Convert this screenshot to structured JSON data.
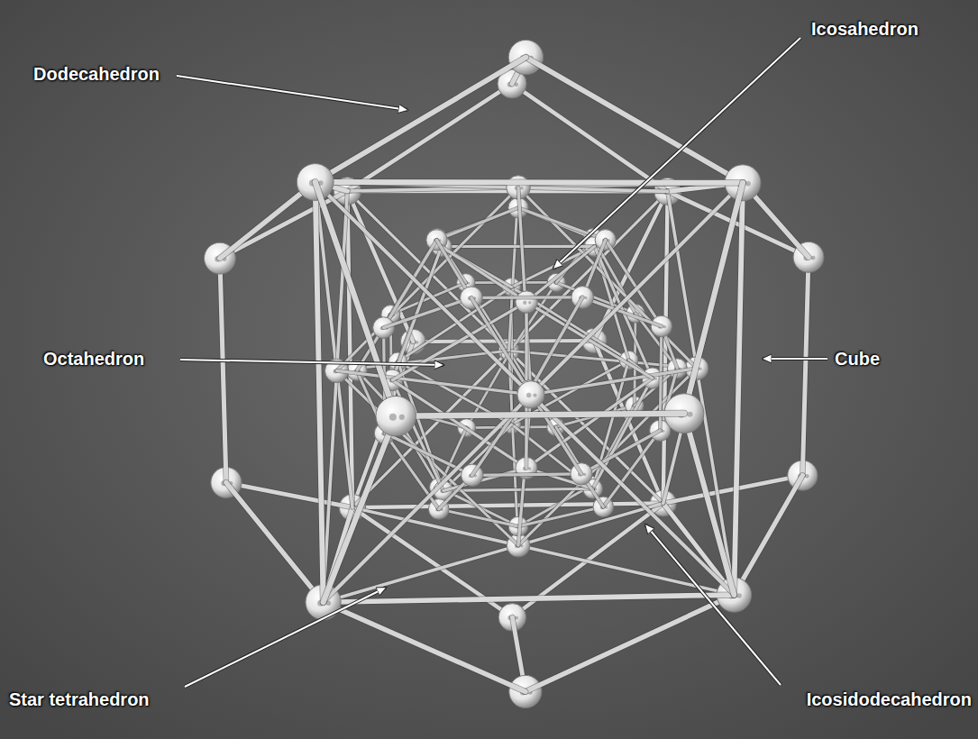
{
  "diagram": {
    "labels": [
      "Dodecahedron",
      "Icosahedron",
      "Octahedron",
      "Cube",
      "Star tetrahedron",
      "Icosidodecahedron"
    ]
  }
}
